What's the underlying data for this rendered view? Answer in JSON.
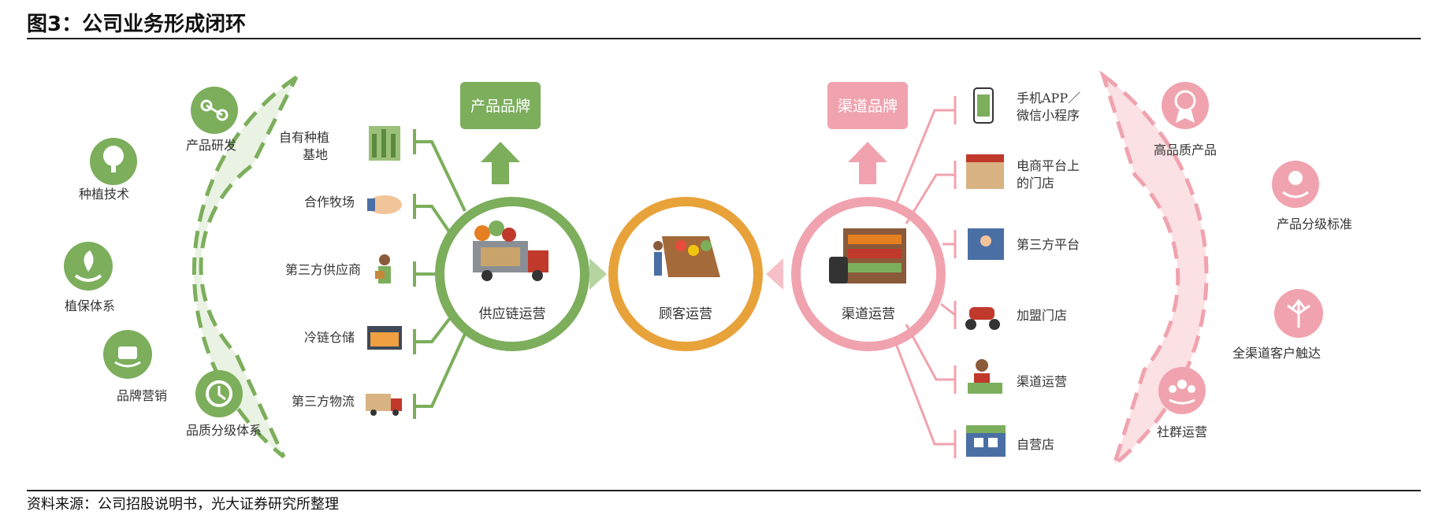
{
  "title": "图3：公司业务形成闭环",
  "source": "资料来源：公司招股说明书，光大证券研究所整理",
  "colors": {
    "green": "#7cae5c",
    "green_light": "#eaf2e3",
    "orange": "#e8a23a",
    "pink": "#f0a3ae",
    "pink_light": "#fbe0e4"
  },
  "left_arc": {
    "items": [
      "产品研发",
      "种植技术",
      "植保体系",
      "品牌营销",
      "品质分级体系"
    ]
  },
  "supply": {
    "items": [
      "自有种植基地",
      "合作牧场",
      "第三方供应商",
      "冷链仓储",
      "第三方物流"
    ]
  },
  "center": {
    "supply_chain": "供应链运营",
    "customer": "顾客运营",
    "channel": "渠道运营",
    "product_brand": "产品品牌",
    "channel_brand": "渠道品牌"
  },
  "channels": {
    "items": [
      "手机APP／微信小程序",
      "电商平台上的门店",
      "第三方平台",
      "加盟门店",
      "渠道运营",
      "自营店"
    ]
  },
  "right_arc": {
    "items": [
      "高品质产品",
      "产品分级标准",
      "全渠道客户触达",
      "社群运营"
    ]
  }
}
